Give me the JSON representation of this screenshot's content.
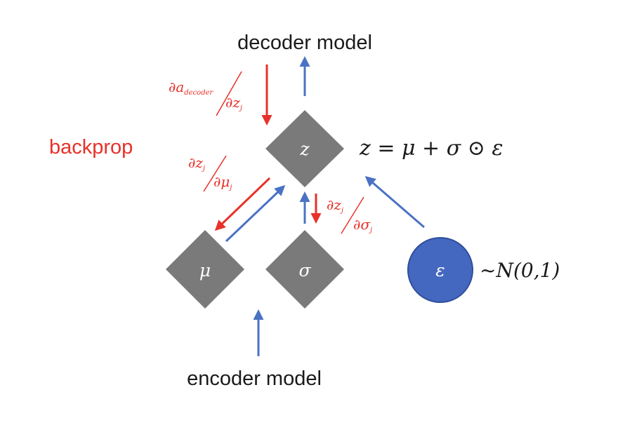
{
  "labels": {
    "decoder": "decoder model",
    "encoder": "encoder model",
    "backprop": "backprop",
    "equation": "z = μ + σ ⊙ ε",
    "distribution": "~N(0,1)"
  },
  "nodes": {
    "z": "z",
    "mu": "μ",
    "sigma": "σ",
    "epsilon": "ε"
  },
  "gradients": {
    "a_decoder_over_z": {
      "numerator": "∂a",
      "numerator_sub": "decoder",
      "denominator": "∂z",
      "denominator_sub": "j"
    },
    "z_over_mu": {
      "numerator": "∂z",
      "numerator_sub": "j",
      "denominator": "∂μ",
      "denominator_sub": "j"
    },
    "z_over_sigma": {
      "numerator": "∂z",
      "numerator_sub": "j",
      "denominator": "∂σ",
      "denominator_sub": "j"
    }
  },
  "colors": {
    "red": "#e8312a",
    "blue": "#4a72c4",
    "gray": "#7a7a7a",
    "circle_fill": "#4468c0",
    "circle_stroke": "#2f4f9a",
    "text": "#1a1a1a"
  }
}
